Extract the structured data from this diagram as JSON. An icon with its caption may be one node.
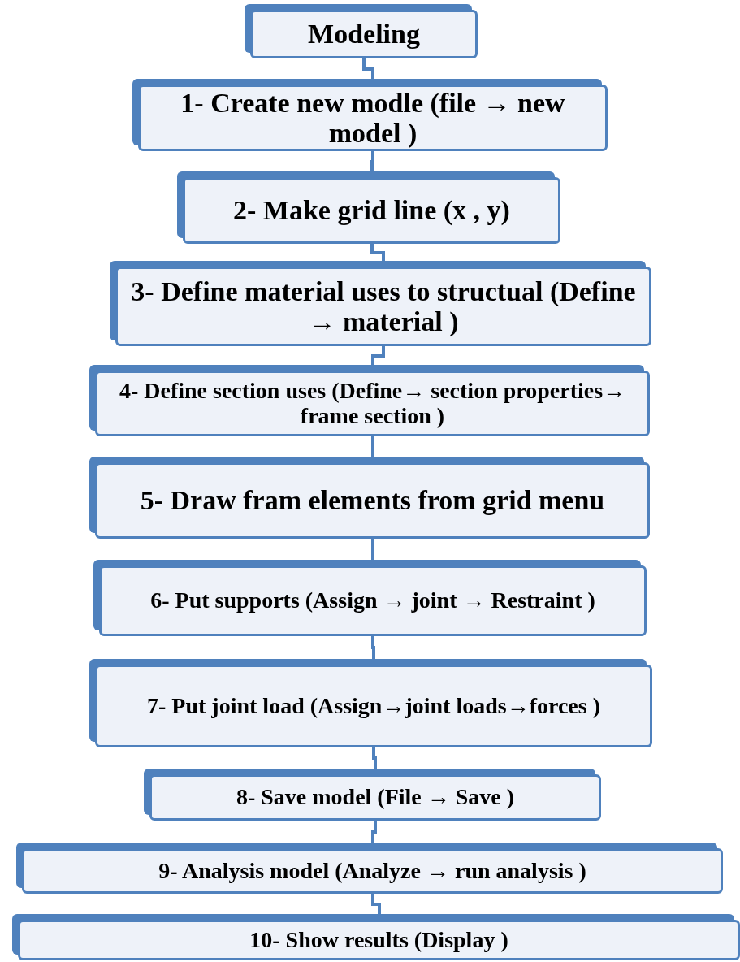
{
  "diagram": {
    "nodes": [
      {
        "text": [
          "Modeling"
        ]
      },
      {
        "text": [
          "1- Create new modle (file → new model )"
        ]
      },
      {
        "text": [
          "2- Make grid line (x , y)"
        ]
      },
      {
        "text": [
          "3- Define material uses to structual (Define → material )"
        ]
      },
      {
        "text": [
          "4- Define section uses (Define→ section properties→ frame section )"
        ]
      },
      {
        "text": [
          "5- Draw fram elements from grid menu"
        ]
      },
      {
        "text": [
          "6- Put supports (Assign → joint → Restraint )"
        ]
      },
      {
        "text": [
          "7- Put joint load (Assign→joint loads→forces )"
        ]
      },
      {
        "text": [
          "8- Save model (File → Save )"
        ]
      },
      {
        "text": [
          "9- Analysis model (Analyze → run analysis )"
        ]
      },
      {
        "text": [
          "10- Show results (Display )"
        ]
      }
    ],
    "edges": [
      {
        "from": 0,
        "to": 1,
        "arrow": "none"
      },
      {
        "from": 1,
        "to": 2,
        "arrow": "none"
      },
      {
        "from": 2,
        "to": 3,
        "arrow": "none"
      },
      {
        "from": 3,
        "to": 4,
        "arrow": "none"
      },
      {
        "from": 4,
        "to": 5,
        "arrow": "none"
      },
      {
        "from": 5,
        "to": 6,
        "arrow": "none"
      },
      {
        "from": 6,
        "to": 7,
        "arrow": "none"
      },
      {
        "from": 7,
        "to": 8,
        "arrow": "none"
      },
      {
        "from": 8,
        "to": 9,
        "arrow": "none"
      },
      {
        "from": 9,
        "to": 10,
        "arrow": "none"
      }
    ]
  }
}
